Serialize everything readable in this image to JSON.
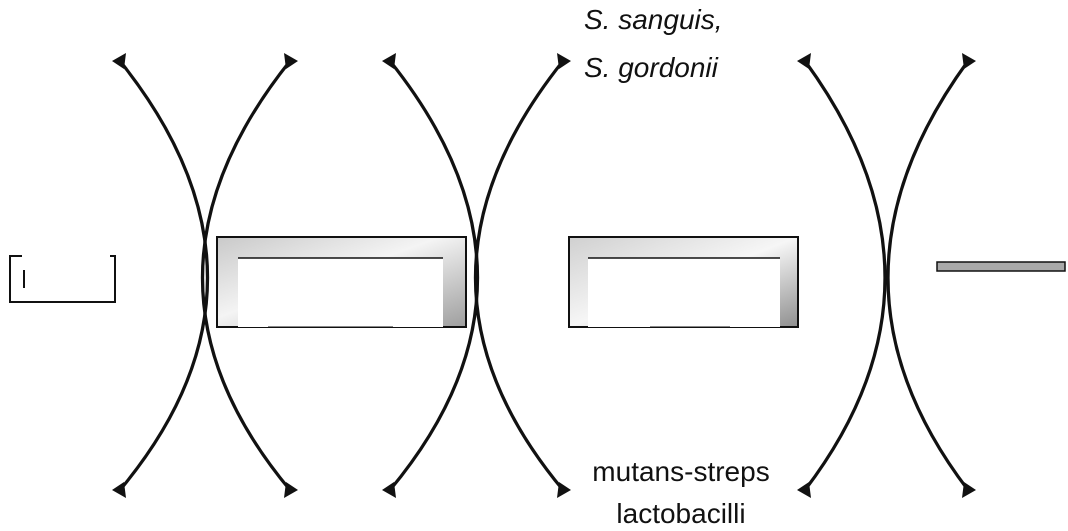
{
  "labels": {
    "top_line_1": "S. sanguis,",
    "top_line_2": "S. gordonii",
    "bottom_line_1": "mutans-streps",
    "bottom_line_2": "lactobacilli"
  },
  "colors": {
    "stroke": "#111111",
    "fill_gray": "#b7b7b7",
    "background": "#ffffff"
  }
}
